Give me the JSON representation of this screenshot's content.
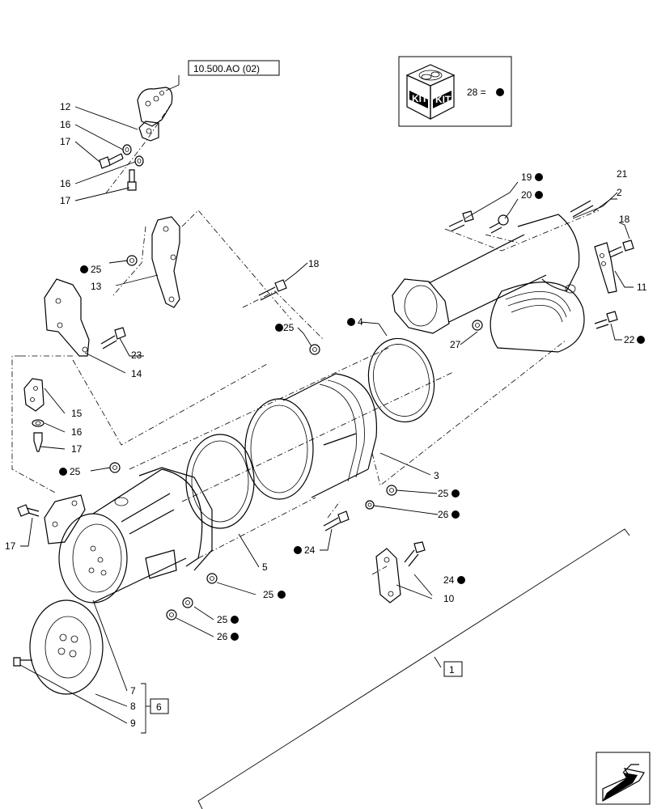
{
  "reference": "10.500.AO (02)",
  "kit": {
    "label": "KIT",
    "legend": "28 =",
    "marker": "black-dot"
  },
  "group_box_1": "1",
  "group_box_6": "6",
  "callouts": {
    "c2": "2",
    "c3": "3",
    "c4": "4",
    "c5": "5",
    "c7": "7",
    "c8": "8",
    "c9": "9",
    "c10": "10",
    "c11": "11",
    "c12": "12",
    "c13": "13",
    "c14": "14",
    "c15": "15",
    "c16a": "16",
    "c16b": "16",
    "c16c": "16",
    "c17a": "17",
    "c17b": "17",
    "c17c": "17",
    "c17d": "17",
    "c18a": "18",
    "c18b": "18",
    "c19": "19",
    "c20": "20",
    "c21": "21",
    "c22": "22",
    "c23": "23",
    "c24a": "24",
    "c24b": "24",
    "c25a": "25",
    "c25b": "25",
    "c25c": "25",
    "c25d": "25",
    "c25e": "25",
    "c25f": "25",
    "c26a": "26",
    "c26b": "26",
    "c27": "27"
  },
  "colors": {
    "line": "#000000",
    "background": "#ffffff"
  }
}
